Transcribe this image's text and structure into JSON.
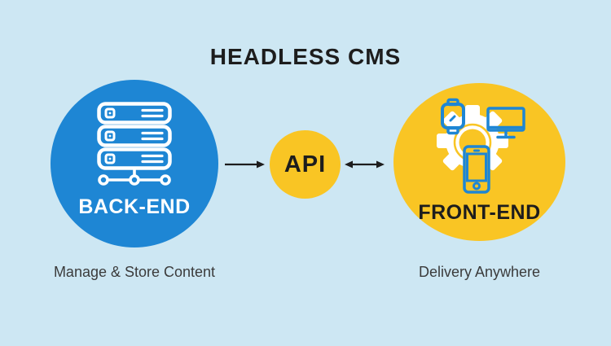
{
  "title": "HEADLESS CMS",
  "colors": {
    "background": "#cde7f3",
    "backend_blue": "#1e86d4",
    "yellow": "#f9c524",
    "icon_blue": "#1e86d4",
    "text_dark": "#1d1d1d",
    "caption_gray": "#3b3b3b",
    "white": "#ffffff"
  },
  "nodes": {
    "backend": {
      "label": "BACK-END",
      "caption": "Manage & Store Content",
      "icon": "server-stack-icon"
    },
    "api": {
      "label": "API"
    },
    "frontend": {
      "label": "FRONT-END",
      "caption": "Delivery Anywhere",
      "icons": [
        "gear-icon",
        "smartwatch-icon",
        "monitor-icon",
        "smartphone-icon"
      ]
    }
  },
  "connectors": [
    {
      "from": "backend",
      "to": "api",
      "type": "arrow-right"
    },
    {
      "from": "api",
      "to": "frontend",
      "type": "arrow-double"
    }
  ]
}
